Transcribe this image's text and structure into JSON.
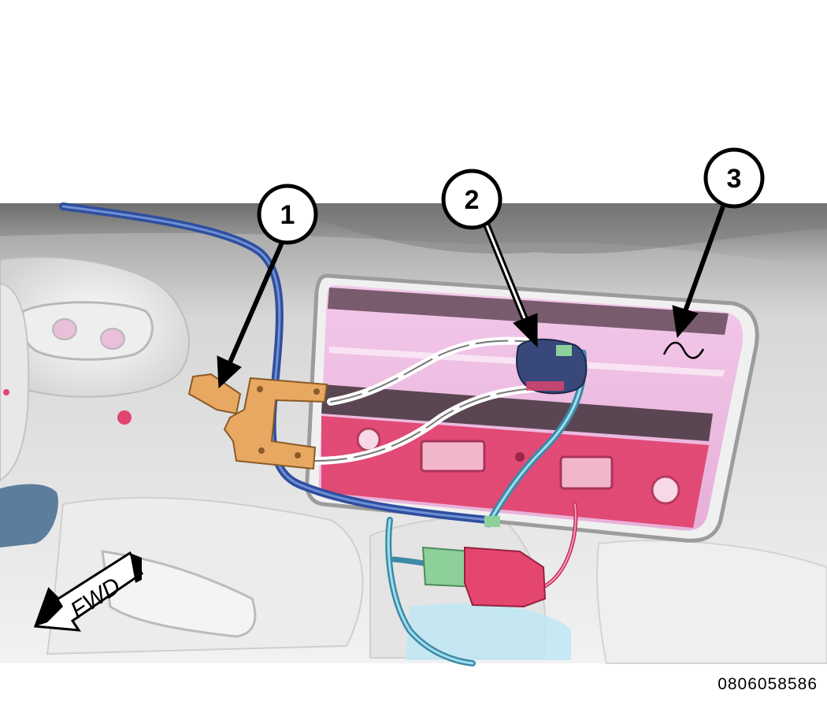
{
  "callouts": [
    {
      "label": "1"
    },
    {
      "label": "2"
    },
    {
      "label": "3"
    }
  ],
  "direction": {
    "label": "FWD"
  },
  "figure_id": "0806058586",
  "colors": {
    "bracket": "#e8a862",
    "panel": "#eab4dc",
    "connector_pink": "#e5466f",
    "connector_green": "#8ed09a",
    "wire_blue": "#3a5db0",
    "wire_teal": "#7fc8d8"
  }
}
